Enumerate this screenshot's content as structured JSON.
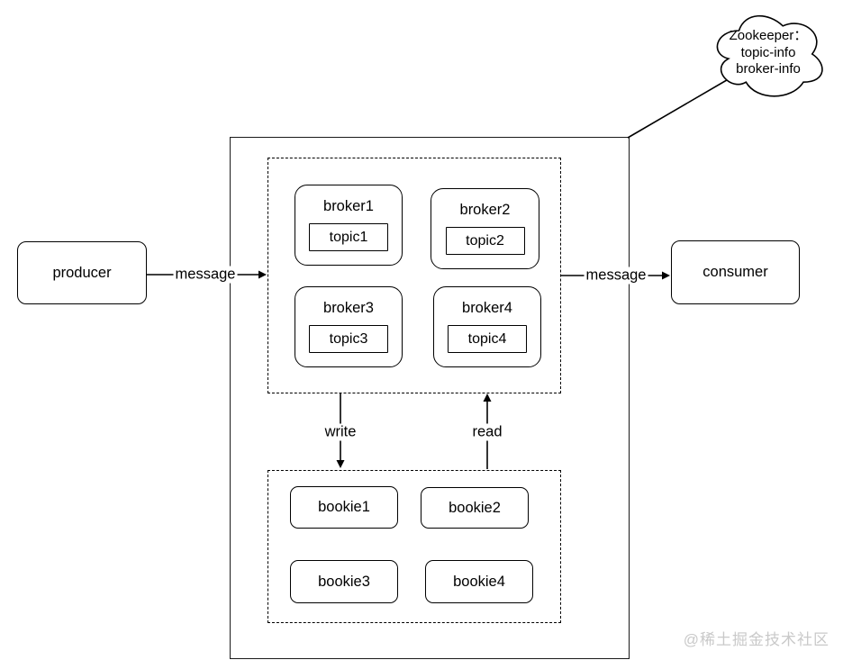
{
  "diagram": {
    "producer": {
      "label": "producer"
    },
    "consumer": {
      "label": "consumer"
    },
    "brokers": [
      {
        "name": "broker1",
        "topic": "topic1"
      },
      {
        "name": "broker2",
        "topic": "topic2"
      },
      {
        "name": "broker3",
        "topic": "topic3"
      },
      {
        "name": "broker4",
        "topic": "topic4"
      }
    ],
    "bookies": [
      {
        "name": "bookie1"
      },
      {
        "name": "bookie2"
      },
      {
        "name": "bookie3"
      },
      {
        "name": "bookie4"
      }
    ],
    "edges": {
      "message_left": "message",
      "message_right": "message",
      "write": "write",
      "read": "read"
    },
    "cloud": {
      "line1": "Zookeeper：",
      "line2": "topic-info",
      "line3": "broker-info"
    },
    "watermark": "@稀土掘金技术社区",
    "colors": {
      "stroke": "#000000",
      "fill": "#ffffff",
      "watermark": "#c9c9c9"
    }
  }
}
